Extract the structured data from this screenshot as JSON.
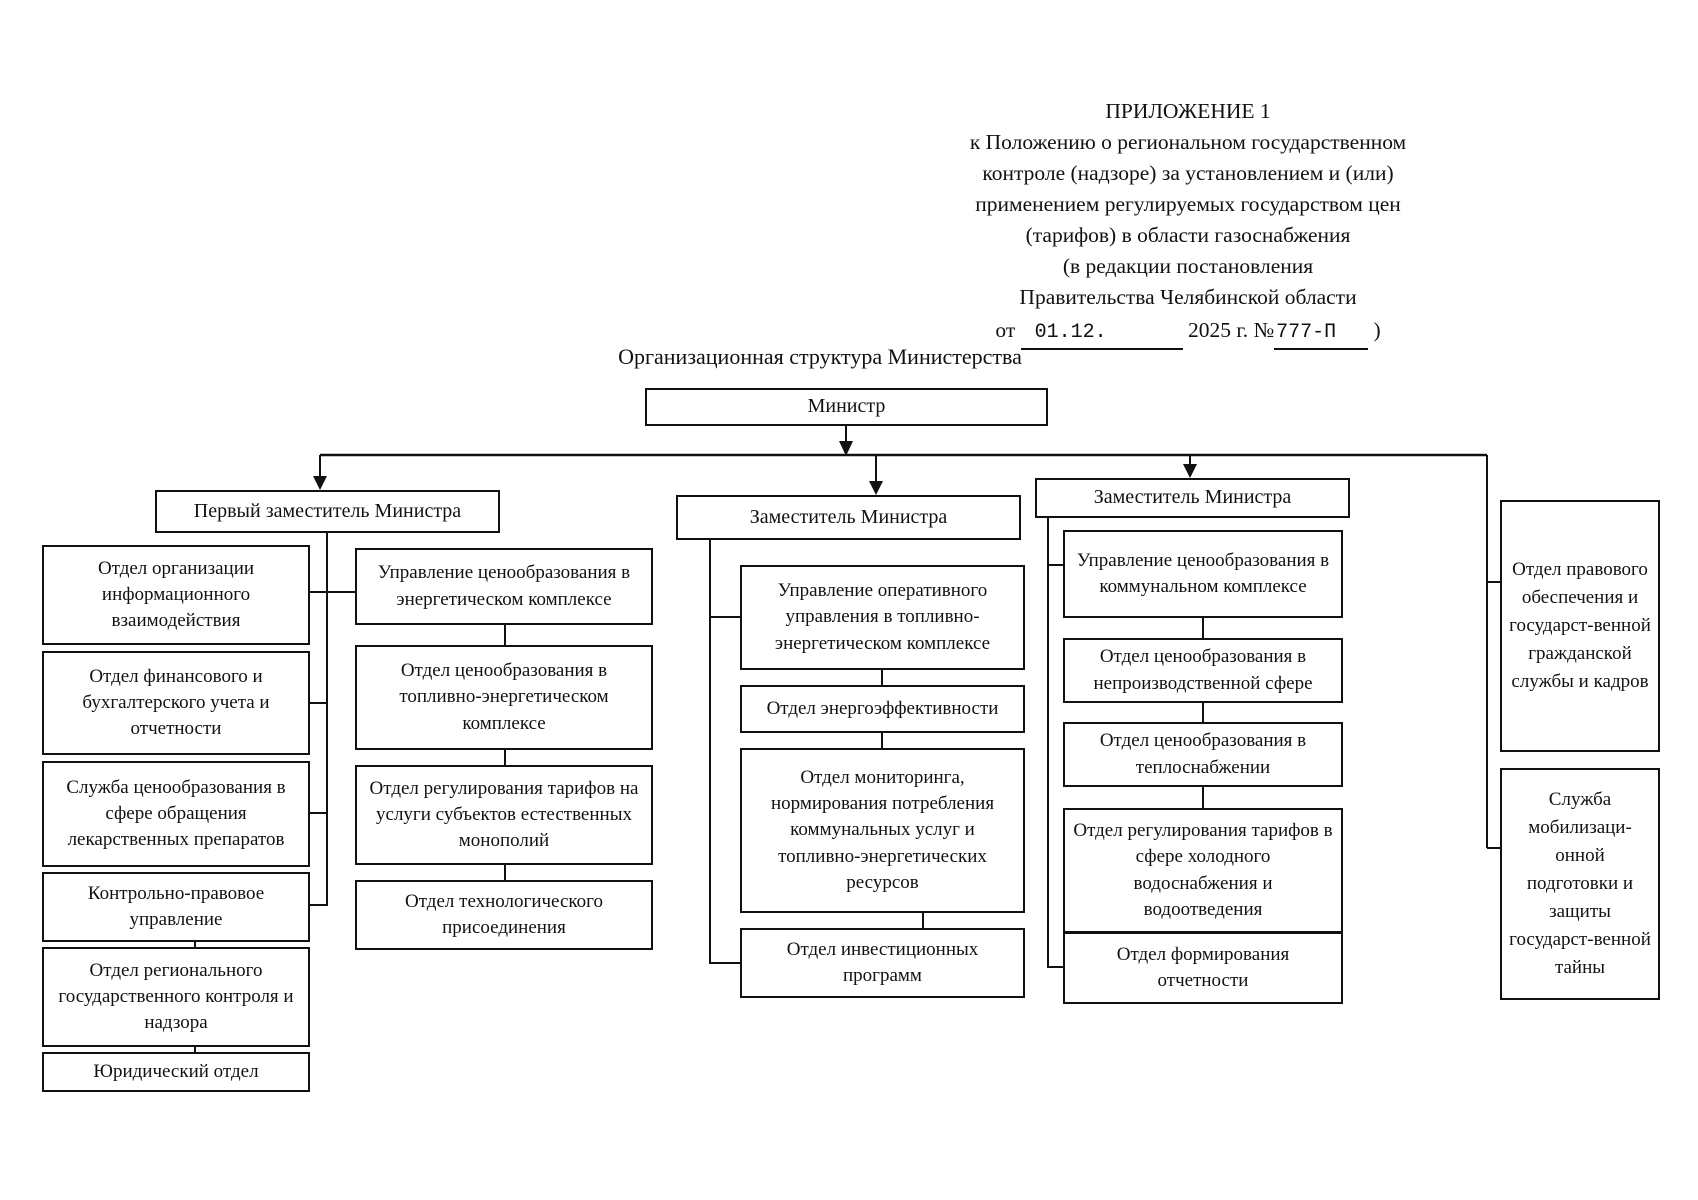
{
  "header": {
    "appendix": "ПРИЛОЖЕНИЕ 1",
    "lines": [
      "к Положению о региональном государственном",
      "контроле (надзоре) за установлением и (или)",
      "применением регулируемых государством цен",
      "(тарифов) в области газоснабжения",
      "(в редакции постановления",
      "Правительства Челябинской области"
    ],
    "date": {
      "prefix": "от",
      "date_value": "01.12.",
      "middle": "2025 г. №",
      "number_value": "777-П",
      "close": ")"
    }
  },
  "org": {
    "title": "Организационная структура Министерства",
    "minister": "Министр",
    "branches": [
      {
        "head": "Первый заместитель Министра",
        "left_units": [
          "Отдел организации информационного взаимодействия",
          "Отдел финансового и бухгалтерского учета и отчетности",
          "Служба ценообразования в сфере обращения лекарственных препаратов",
          "Контрольно-правовое управление",
          "Отдел регионального государственного контроля и надзора",
          "Юридический отдел"
        ],
        "right_units": [
          "Управление ценообразования в энергетическом комплексе",
          "Отдел ценообразования в топливно-энергетическом комплексе",
          "Отдел регулирования тарифов на услуги субъектов естественных монополий",
          "Отдел технологического присоединения"
        ]
      },
      {
        "head": "Заместитель Министра",
        "units": [
          "Управление оперативного управления в топливно-энергетическом комплексе",
          "Отдел энергоэффективности",
          "Отдел мониторинга, нормирования потребления коммунальных услуг и топливно-энергетических ресурсов",
          "Отдел инвестиционных программ"
        ]
      },
      {
        "head": "Заместитель Министра",
        "units": [
          "Управление ценообразования в коммунальном комплексе",
          "Отдел ценообразования в непроизводственной сфере",
          "Отдел ценообразования в теплоснабжении",
          "Отдел регулирования тарифов в сфере холодного водоснабжения и водоотведения",
          "Отдел формирования отчетности"
        ]
      }
    ],
    "direct_units": [
      "Отдел правового обеспечения и государст-венной гражданской службы и кадров",
      "Служба мобилизаци-онной подготовки и защиты государст-венной тайны"
    ]
  }
}
